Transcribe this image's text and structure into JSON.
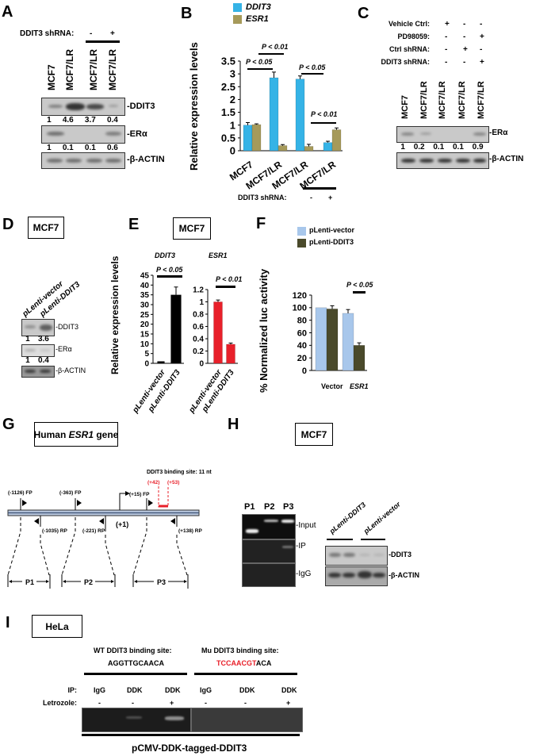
{
  "panels": {
    "A": {
      "letter": "A",
      "treatment_label": "DDIT3 shRNA:",
      "treatment_signs": [
        "-",
        "+"
      ],
      "lanes": [
        "MCF7",
        "MCF7/LR",
        "MCF7/LR",
        "MCF7/LR"
      ],
      "rows": [
        {
          "label": "-DDIT3",
          "values": [
            "1",
            "4.6",
            "3.7",
            "0.4"
          ]
        },
        {
          "label": "-ERα",
          "values": [
            "1",
            "0.1",
            "0.1",
            "0.6"
          ]
        },
        {
          "label": "-β-ACTIN"
        }
      ]
    },
    "B": {
      "letter": "B",
      "bottom_label": "DDIT3 shRNA:",
      "bottom_signs": [
        "-",
        "+"
      ]
    },
    "C": {
      "letter": "C",
      "conditions": [
        {
          "label": "Vehicle Ctrl:",
          "signs": [
            "+",
            "-",
            "-"
          ]
        },
        {
          "label": "PD98059:",
          "signs": [
            "-",
            "-",
            "+"
          ]
        },
        {
          "label": "Ctrl shRNA:",
          "signs": [
            "-",
            "+",
            "-"
          ]
        },
        {
          "label": "DDIT3 shRNA:",
          "signs": [
            "-",
            "-",
            "+"
          ]
        }
      ],
      "lanes": [
        "MCF7",
        "MCF7/LR",
        "MCF7/LR",
        "MCF7/LR",
        "MCF7/LR"
      ],
      "rows": [
        {
          "label": "-ERα",
          "values": [
            "1",
            "0.2",
            "0.1",
            "0.1",
            "0.9"
          ]
        },
        {
          "label": "-β-ACTIN"
        }
      ]
    },
    "D": {
      "letter": "D",
      "cell_line": "MCF7",
      "lanes": [
        "pLenti-vector",
        "pLenti-DDIT3"
      ],
      "rows": [
        {
          "label": "-DDIT3",
          "values": [
            "1",
            "3.6"
          ]
        },
        {
          "label": "-ERα",
          "values": [
            "1",
            "0.4"
          ]
        },
        {
          "label": "-β-ACTIN"
        }
      ]
    },
    "E": {
      "letter": "E",
      "cell_line": "MCF7"
    },
    "F": {
      "letter": "F"
    },
    "G": {
      "letter": "G",
      "title_prefix": "Human ",
      "title_gene": "ESR1",
      "title_suffix": " gene",
      "binding_site": "DDIT3 binding site: 11 nt",
      "site_start": "(+42)",
      "site_end": "(+53)",
      "tss": "(+1)",
      "primers": {
        "fp1": "(-1126) FP",
        "rp1": "(-1035) RP",
        "fp2": "(-363) FP",
        "rp2": "(-221) RP",
        "fp3": "(+15) FP",
        "rp3": "(+138) RP"
      },
      "amplicons": [
        "P1",
        "P2",
        "P3"
      ]
    },
    "H": {
      "letter": "H",
      "cell_line": "MCF7",
      "gel_lanes": [
        "P1",
        "P2",
        "P3"
      ],
      "gel_rows": [
        "-Input",
        "-IP",
        "-IgG"
      ],
      "blot_lanes": [
        "pLenti-DDIT3",
        "pLenti-vector"
      ],
      "blot_rows": [
        "-DDIT3",
        "-β-ACTIN"
      ]
    },
    "I": {
      "letter": "I",
      "cell_line": "HeLa",
      "wt_title": "WT DDIT3 binding site:",
      "wt_seq": "AGGTTGCAACA",
      "mu_title": "Mu DDIT3 binding site:",
      "mu_seq_mutated": "TCCAACGT",
      "mu_seq_rest": "ACA",
      "ip_label": "IP:",
      "ip_values": [
        "IgG",
        "DDK",
        "DDK",
        "IgG",
        "DDK",
        "DDK"
      ],
      "letrozole_label": "Letrozole:",
      "letrozole_values": [
        "-",
        "-",
        "+",
        "-",
        "-",
        "+"
      ],
      "construct": "pCMV-DDK-tagged-DDIT3"
    }
  },
  "chart_data": [
    {
      "id": "B",
      "type": "bar",
      "title": "",
      "ylabel": "Relative expression levels",
      "categories": [
        "MCF7",
        "MCF7/LR",
        "MCF7/LR",
        "MCF7/LR"
      ],
      "ylim": [
        0,
        3.5
      ],
      "yticks": [
        "0",
        "0.5",
        "1",
        "1.5",
        "2",
        "2.5",
        "3",
        "3.5"
      ],
      "series": [
        {
          "name": "DDIT3",
          "color": "#35b3e6",
          "values": [
            1.0,
            2.85,
            2.8,
            0.32
          ],
          "errors": [
            0.1,
            0.22,
            0.12,
            0.05
          ]
        },
        {
          "name": "ESR1",
          "color": "#a69a5a",
          "values": [
            1.02,
            0.2,
            0.17,
            0.82
          ],
          "errors": [
            0.03,
            0.04,
            0.08,
            0.07
          ]
        }
      ],
      "legend": "top",
      "annotations": [
        "P < 0.05",
        "P < 0.01",
        "P < 0.05",
        "P < 0.01"
      ]
    },
    {
      "id": "E1",
      "type": "bar",
      "title": "DDIT3",
      "ylabel": "Relative expression levels",
      "categories": [
        "pLenti-vector",
        "pLenti-DDIT3"
      ],
      "ylim": [
        0,
        45
      ],
      "yticks": [
        "0",
        "5",
        "10",
        "15",
        "20",
        "25",
        "30",
        "35",
        "40",
        "45"
      ],
      "series": [
        {
          "name": "DDIT3",
          "color": "#000000",
          "values": [
            1,
            35
          ],
          "errors": [
            0,
            4
          ]
        }
      ],
      "annotations": [
        "P < 0.05"
      ]
    },
    {
      "id": "E2",
      "type": "bar",
      "title": "ESR1",
      "categories": [
        "pLenti-vector",
        "pLenti-DDIT3"
      ],
      "ylim": [
        0,
        1.2
      ],
      "yticks": [
        "0",
        "0.2",
        "0.4",
        "0.6",
        "0.8",
        "1",
        "1.2"
      ],
      "series": [
        {
          "name": "ESR1",
          "color": "#e8202a",
          "values": [
            1.0,
            0.31
          ],
          "errors": [
            0.03,
            0.02
          ]
        }
      ],
      "annotations": [
        "P < 0.01"
      ]
    },
    {
      "id": "F",
      "type": "bar",
      "title": "",
      "ylabel": "% Normalized luc activity",
      "categories": [
        "Vector",
        "ESR1"
      ],
      "ylim": [
        0,
        120
      ],
      "yticks": [
        "0",
        "20",
        "40",
        "60",
        "80",
        "100",
        "120"
      ],
      "series": [
        {
          "name": "pLenti-vector",
          "color": "#a8c7eb",
          "values": [
            100,
            91
          ],
          "errors": [
            0,
            6
          ]
        },
        {
          "name": "pLenti-DDIT3",
          "color": "#4a4a2b",
          "values": [
            98,
            40
          ],
          "errors": [
            5,
            4
          ]
        }
      ],
      "legend": "top",
      "annotations": [
        "P < 0.05"
      ]
    }
  ]
}
